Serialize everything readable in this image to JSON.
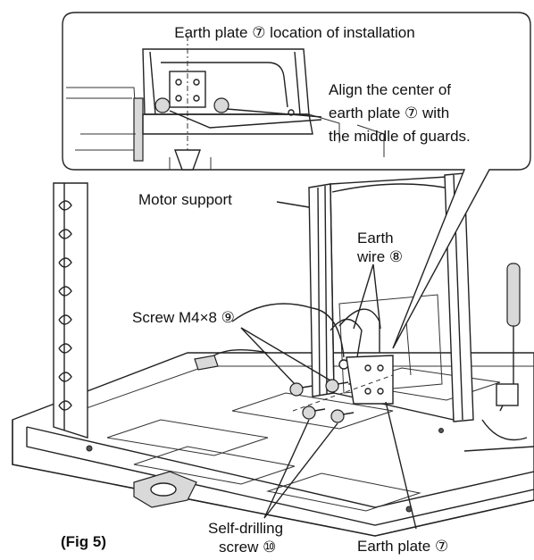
{
  "callout": {
    "title": "Earth plate ⑦ location of installation",
    "note_line1": "Align the center of",
    "note_line2": "earth plate ⑦ with",
    "note_line3": "the middle of guards."
  },
  "labels": {
    "motor_support": "Motor support",
    "earth_wire_line1": "Earth",
    "earth_wire_line2": "wire ⑧",
    "screw_m4": "Screw M4×8 ⑨",
    "self_drilling_line1": "Self-drilling",
    "self_drilling_line2": "screw ⑩",
    "earth_plate": "Earth plate ⑦",
    "figure_id": "(Fig 5)"
  }
}
